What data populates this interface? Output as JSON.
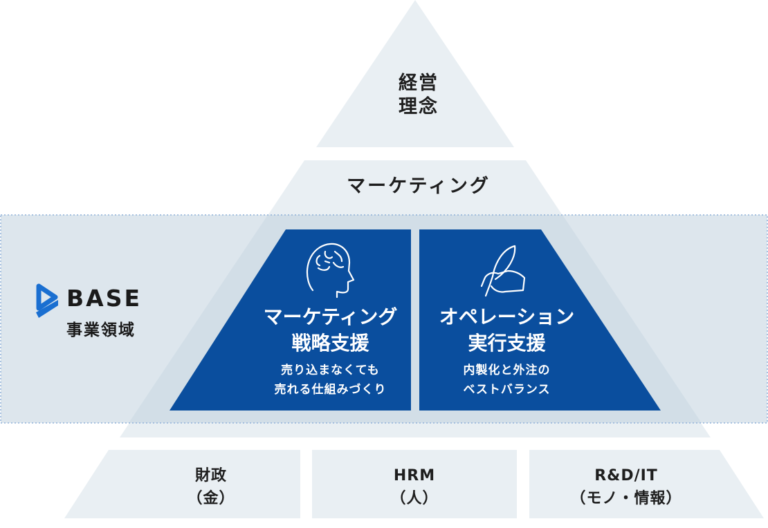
{
  "pyramid": {
    "top_label": [
      "経営",
      "理念"
    ],
    "marketing_label": "マーケティング",
    "left_panel": {
      "title": [
        "マーケティング",
        "戦略支援"
      ],
      "subtitle": [
        "売り込まなくても",
        "売れる仕組みづくり"
      ],
      "icon": "brain-head-icon"
    },
    "right_panel": {
      "title": [
        "オペレーション",
        "実行支援"
      ],
      "subtitle": [
        "内製化と外注の",
        "ベストバランス"
      ],
      "icon": "quill-pen-hand-icon"
    },
    "bottom": [
      {
        "line1": "財政",
        "line2": "（金）"
      },
      {
        "line1": "HRM",
        "line2": "（人）"
      },
      {
        "line1": "R&D/IT",
        "line2": "（モノ・情報）"
      }
    ]
  },
  "base_section": {
    "logo_text": "BASE",
    "label": "事業領域"
  },
  "colors": {
    "pyramid_light": "#e9eff3",
    "band": "#dde6ed",
    "band_overlay": "#d2dee7",
    "panel_blue": "#0a4e9e",
    "band_border": "#8fb1d9"
  }
}
